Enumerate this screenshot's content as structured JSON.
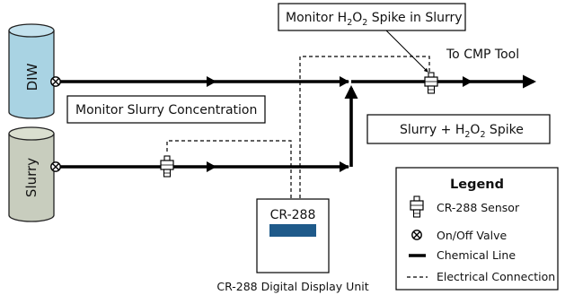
{
  "tanks": {
    "diw": {
      "label": "DIW",
      "fill": "#a9d3e3"
    },
    "slurry": {
      "label": "Slurry",
      "fill": "#c8cdbe"
    }
  },
  "callouts": {
    "top_main": "Monitor H",
    "top_sub": "2",
    "top_mid": "O",
    "top_sub2": "2",
    "top_end": " Spike in Slurry",
    "to_tool": "To CMP Tool",
    "monitor_concentration": "Monitor Slurry Concentration",
    "mix_main": "Slurry + H",
    "mix_sub": "2",
    "mix_mid": "O",
    "mix_sub2": "2",
    "mix_end": " Spike"
  },
  "display_unit": {
    "model": "CR-288",
    "caption": "CR-288 Digital Display Unit",
    "screen_color": "#1f5a8a"
  },
  "legend": {
    "title": "Legend",
    "items": {
      "sensor": "CR-288 Sensor",
      "valve": "On/Off Valve",
      "chemical": "Chemical Line",
      "electrical": "Electrical Connection"
    }
  }
}
